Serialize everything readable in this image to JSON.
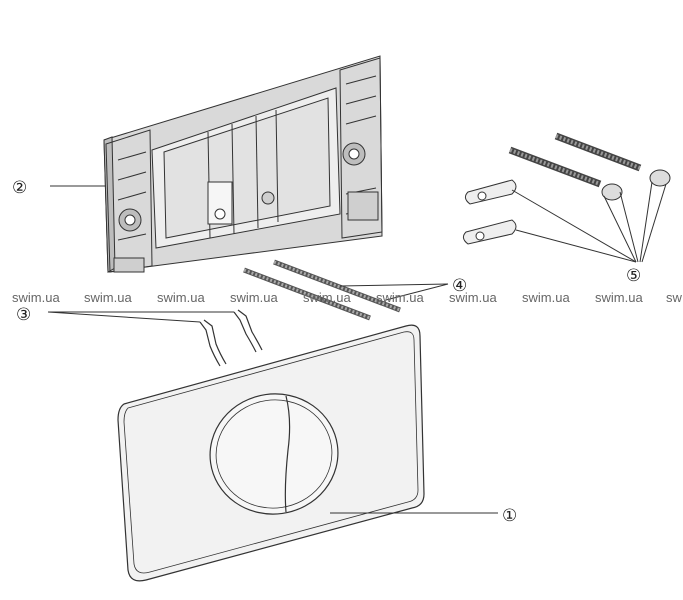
{
  "callouts": {
    "c1": "①",
    "c2": "②",
    "c3": "③",
    "c4": "④",
    "c5": "⑤"
  },
  "watermark": {
    "text": "swim.ua",
    "count": 9,
    "partial": "sw"
  },
  "parts": {
    "flush_plate": "flush-plate",
    "frame": "mounting-frame",
    "clips": "spring-clips",
    "rods": "actuator-rods",
    "screws": "fixing-screws"
  },
  "colors": {
    "line": "#333333",
    "plate_fill": "#f2f2f2",
    "frame_fill": "#d9d9d9",
    "watermark": "#666666"
  }
}
